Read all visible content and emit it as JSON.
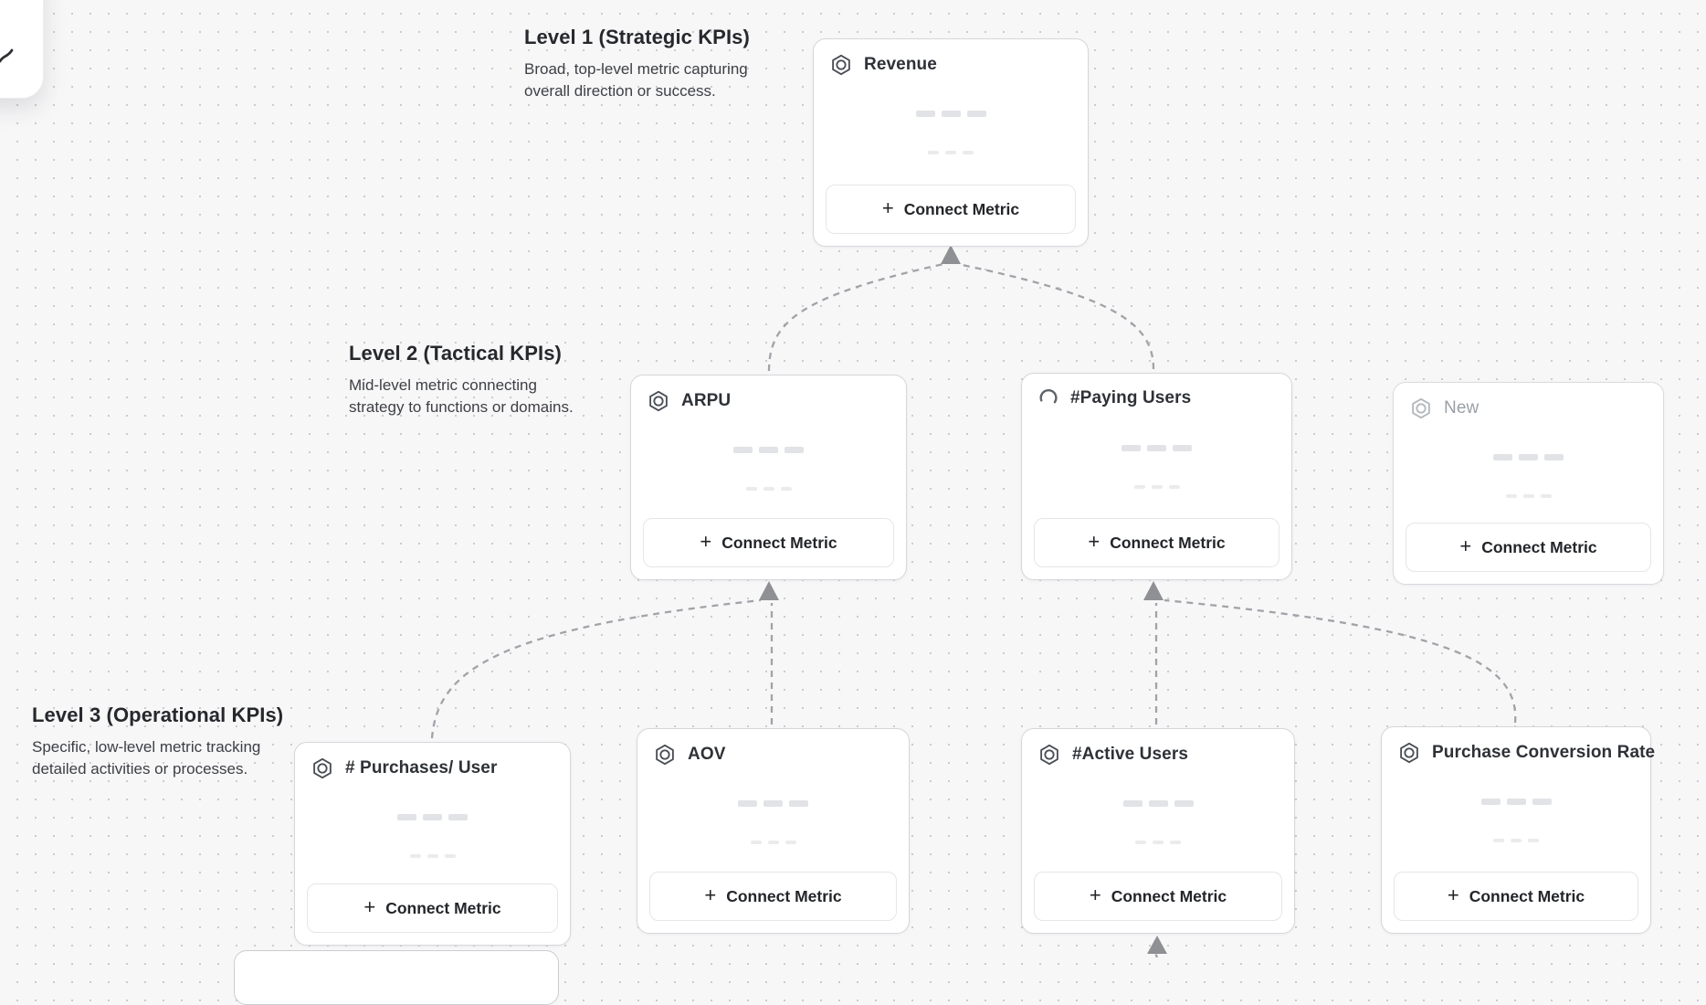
{
  "ui": {
    "plus_glyph": "+",
    "background_color": "#f7f7f8",
    "dot_color": "#cbcbcf",
    "connector_color": "#a2a2a8",
    "card_border_color": "#d6d7da"
  },
  "levels": [
    {
      "title": "Level 1 (Strategic KPIs)",
      "description_lines": [
        "Broad, top-level metric capturing",
        "overall direction or success."
      ]
    },
    {
      "title": "Level 2 (Tactical KPIs)",
      "description_lines": [
        "Mid-level metric connecting",
        "strategy to functions or domains."
      ]
    },
    {
      "title": "Level 3 (Operational KPIs)",
      "description_lines": [
        "Specific, low-level metric tracking",
        "detailed activities or processes."
      ]
    }
  ],
  "cards": [
    {
      "title": "Revenue",
      "icon": "metric-hexagon-icon",
      "state": "default",
      "button_label": "Connect Metric"
    },
    {
      "title": "ARPU",
      "icon": "metric-hexagon-icon",
      "state": "default",
      "button_label": "Connect Metric"
    },
    {
      "title": "#Paying Users",
      "icon": "spinner-icon",
      "state": "loading",
      "button_label": "Connect Metric"
    },
    {
      "title": "New",
      "icon": "metric-hexagon-icon",
      "state": "placeholder",
      "button_label": "Connect Metric"
    },
    {
      "title": "# Purchases/ User",
      "icon": "metric-hexagon-icon",
      "state": "default",
      "button_label": "Connect Metric"
    },
    {
      "title": "AOV",
      "icon": "metric-hexagon-icon",
      "state": "default",
      "button_label": "Connect Metric"
    },
    {
      "title": "#Active Users",
      "icon": "metric-hexagon-icon",
      "state": "default",
      "button_label": "Connect Metric"
    },
    {
      "title": "Purchase Conversion Rate",
      "icon": "metric-hexagon-icon",
      "state": "default",
      "button_label": "Connect Metric"
    }
  ],
  "connections": [
    {
      "from": "ARPU",
      "to": "Revenue"
    },
    {
      "from": "#Paying Users",
      "to": "Revenue"
    },
    {
      "from": "# Purchases/ User",
      "to": "ARPU"
    },
    {
      "from": "AOV",
      "to": "ARPU"
    },
    {
      "from": "#Active Users",
      "to": "#Paying Users"
    },
    {
      "from": "Purchase Conversion Rate",
      "to": "#Paying Users"
    },
    {
      "from": "",
      "to": "#Active Users"
    }
  ]
}
